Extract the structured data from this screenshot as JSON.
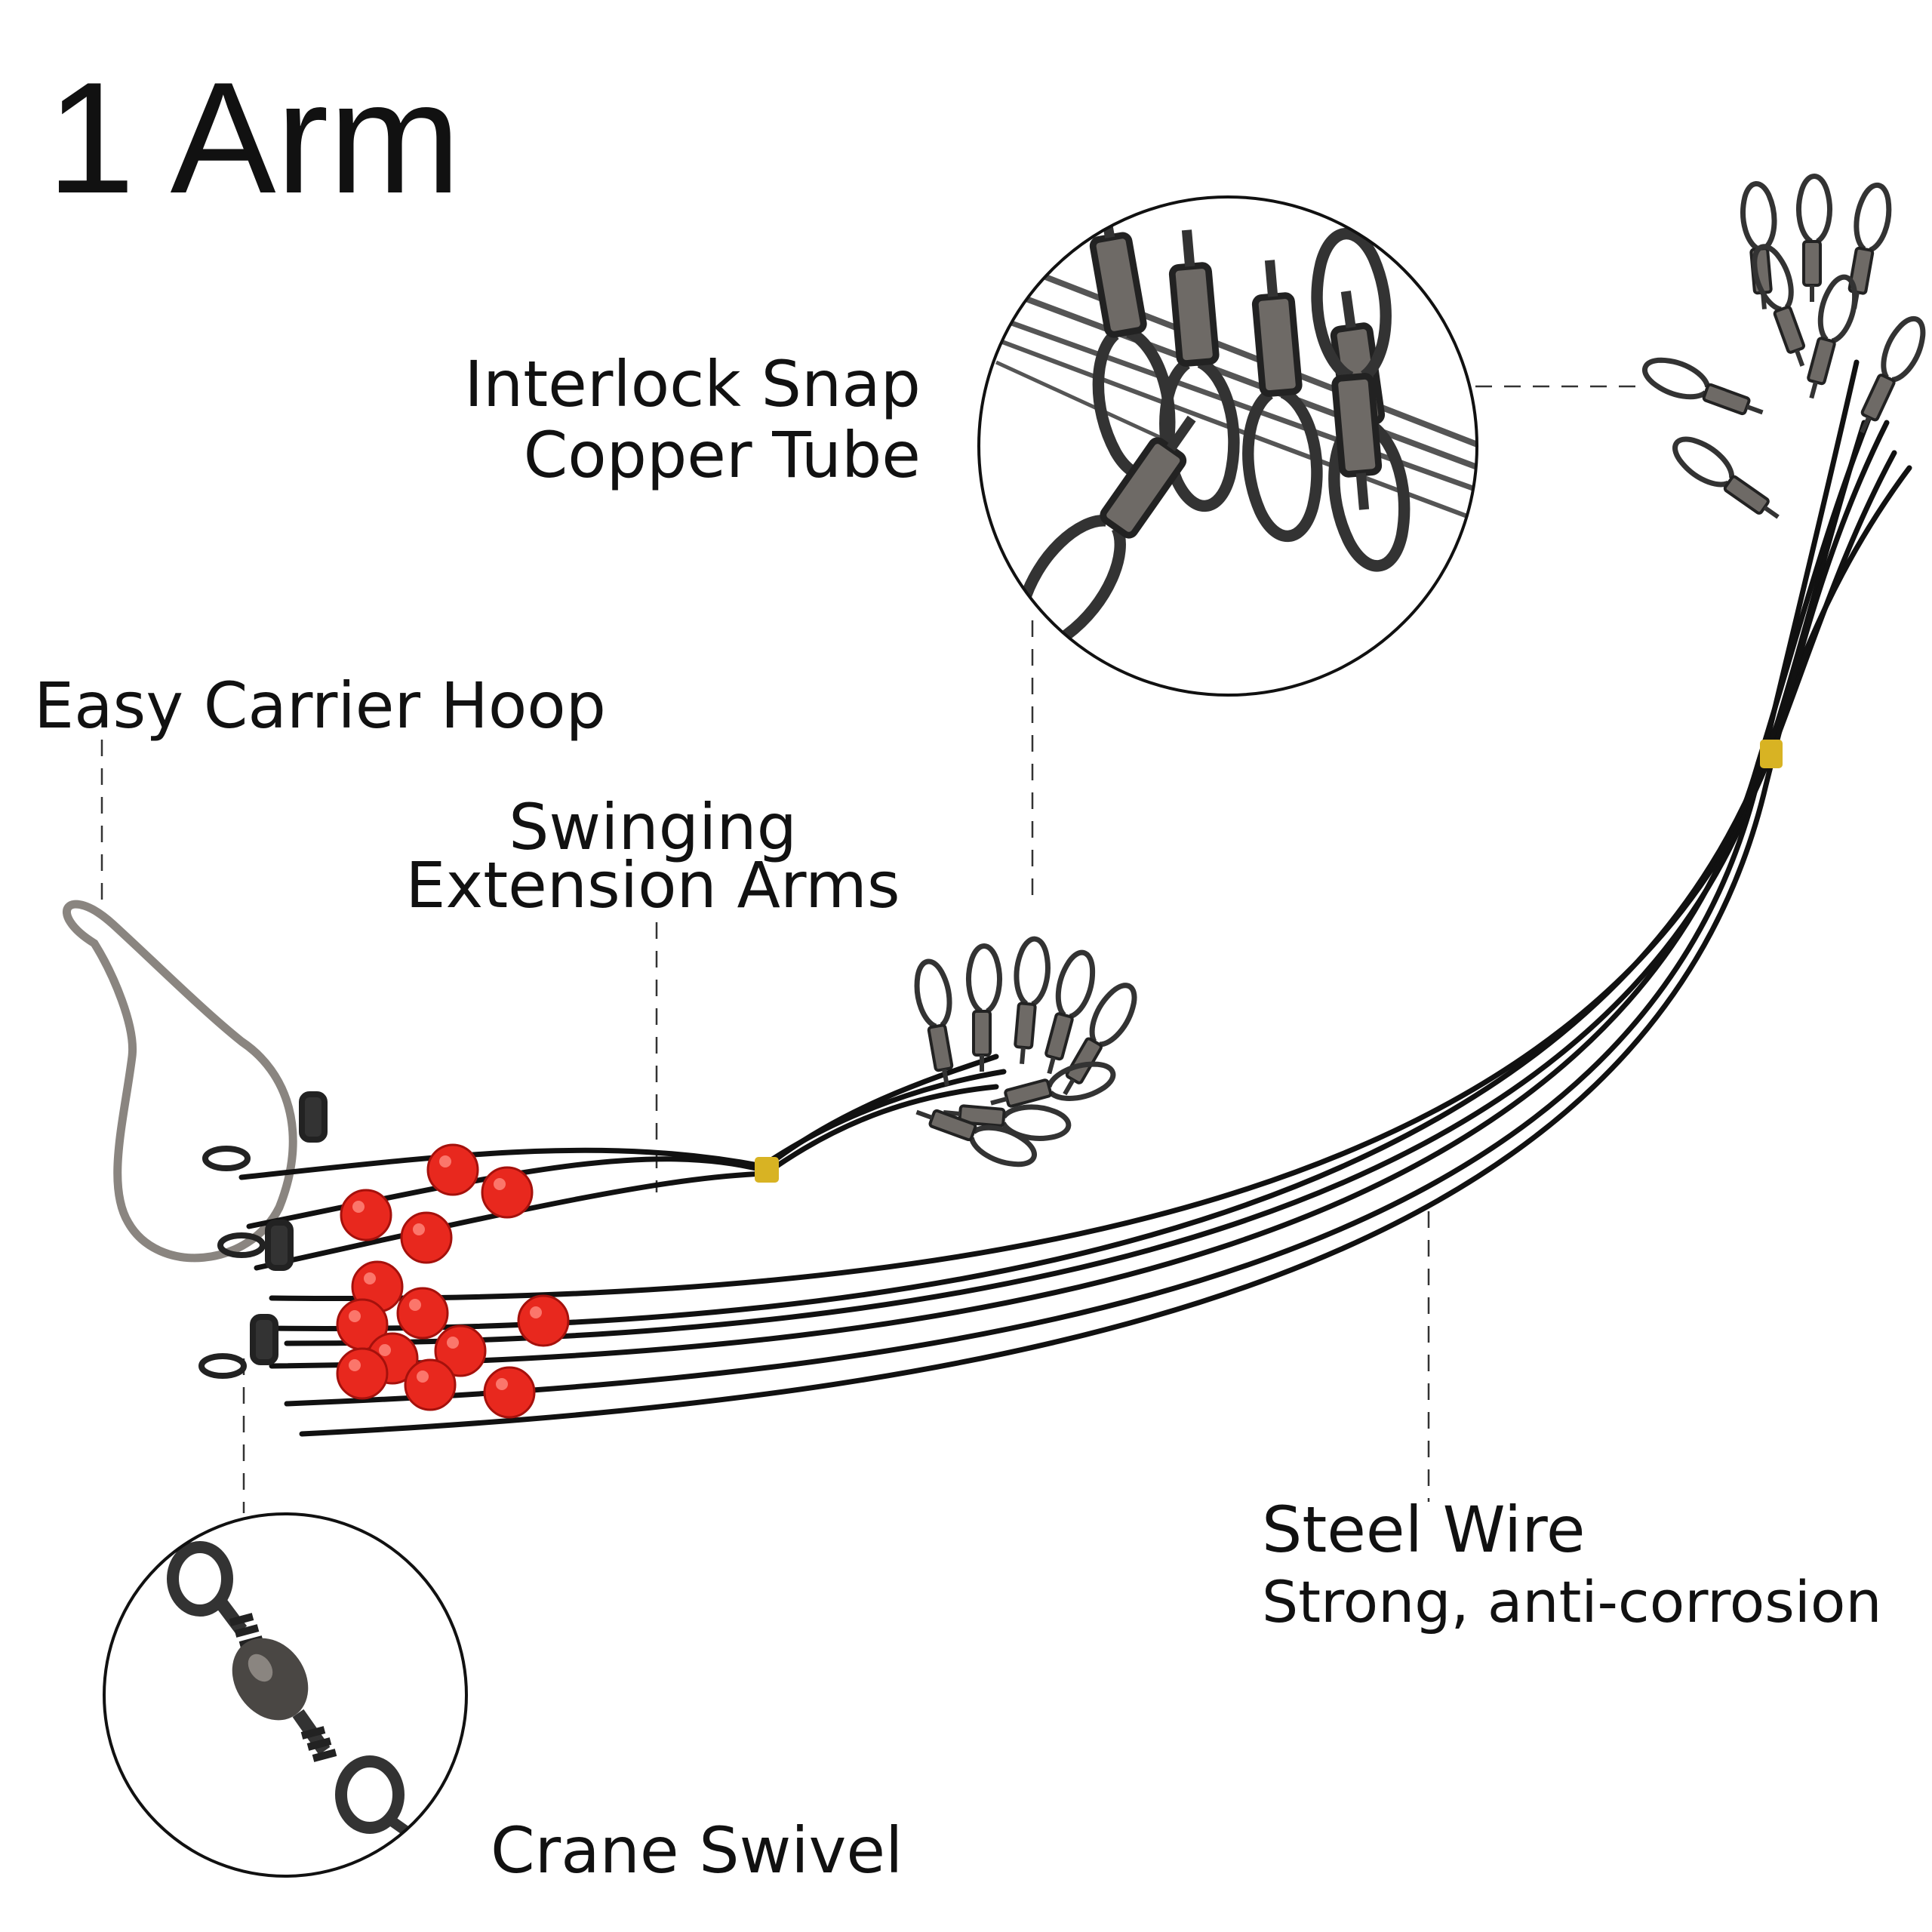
{
  "title": "1 Arm",
  "labels": {
    "interlock": {
      "line1": "Interlock Snap",
      "line2": "Copper Tube"
    },
    "hoop": "Easy Carrier Hoop",
    "arms": {
      "line1": "Swinging",
      "line2": "Extension Arms"
    },
    "steel": {
      "line1": "Steel Wire",
      "line2": "Strong, anti-corrosion"
    },
    "swivel": "Crane Swivel"
  },
  "colors": {
    "text": "#111111",
    "wire": "#111111",
    "bead": "#e8281e",
    "metal": "#6e6a66",
    "brass": "#d8b323"
  },
  "icons": [
    "interlock-snap-icon",
    "crane-swivel-icon",
    "carrier-hoop-icon",
    "red-bead-icon"
  ]
}
